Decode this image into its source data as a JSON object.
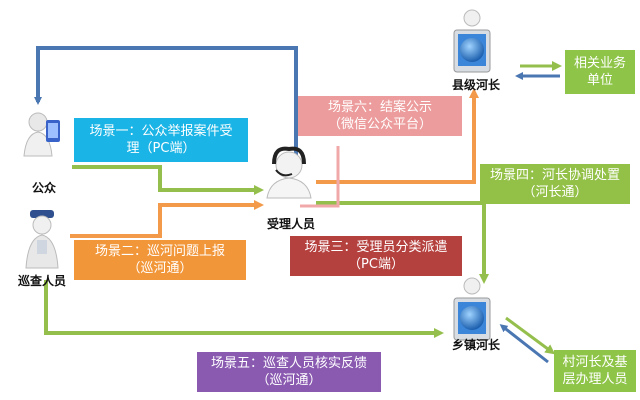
{
  "actors": {
    "public": "公众",
    "patrol": "巡查人员",
    "receiver": "受理人员",
    "county_chief": "县级河长",
    "town_chief": "乡镇河长"
  },
  "scenes": {
    "s1": {
      "line1": "场景一：公众举报案件受",
      "line2": "理（PC端）",
      "color": "#1ab4e6"
    },
    "s2": {
      "line1": "场景二：巡河问题上报",
      "line2": "（巡河通）",
      "color": "#f2963a"
    },
    "s3": {
      "line1": "场景三：受理员分类派遣",
      "line2": "（PC端）",
      "color": "#b5413f"
    },
    "s4": {
      "line1": "场景四：河长协调处置",
      "line2": "（河长通）",
      "color": "#93c047"
    },
    "s5": {
      "line1": "场景五：巡查人员核实反馈",
      "line2": "（巡河通）",
      "color": "#8a5ab1"
    },
    "s6": {
      "line1": "场景六：结案公示",
      "line2": "（微信公众平台）",
      "color": "#ec9c9c"
    }
  },
  "side_boxes": {
    "related": {
      "line1": "相关业务",
      "line2": "单位",
      "color": "#8ec447"
    },
    "village": {
      "line1": "村河长及基",
      "line2": "层办理人员",
      "color": "#8ec447"
    }
  },
  "colors": {
    "blue_arrow": "#4a76b2",
    "green_arrow": "#95bf4d",
    "orange_arrow": "#f29a4a",
    "pink_arrow": "#f0a8a8"
  },
  "icons": [
    "person-monitor-icon",
    "police-icon",
    "operator-headset-icon",
    "globe-monitor-icon"
  ]
}
